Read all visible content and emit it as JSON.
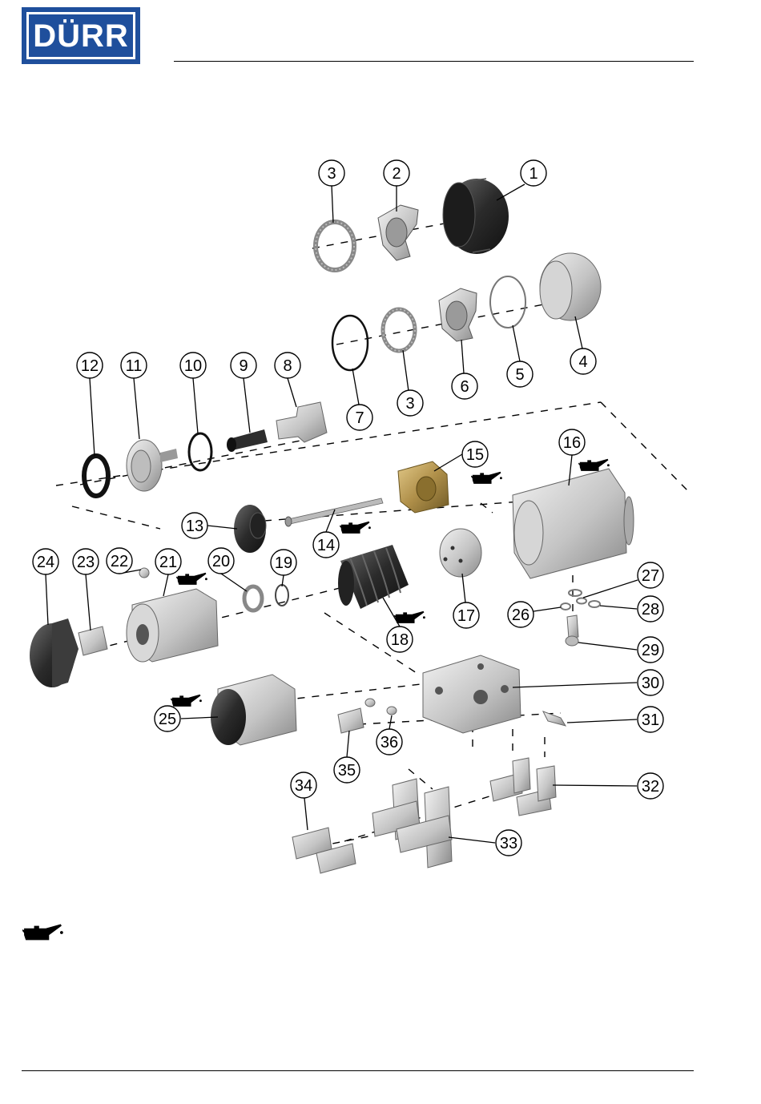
{
  "header": {
    "logo_text": "DÜRR"
  },
  "colors": {
    "brand_blue": "#1f4f9c",
    "brass": "#b0904a",
    "part_grey": "#c8c8c8",
    "dark_part": "#2a2a2a"
  },
  "callouts": [
    "1",
    "2",
    "3",
    "4",
    "5",
    "6",
    "3",
    "7",
    "8",
    "9",
    "10",
    "11",
    "12",
    "13",
    "14",
    "15",
    "16",
    "17",
    "18",
    "19",
    "20",
    "21",
    "22",
    "23",
    "24",
    "25",
    "26",
    "27",
    "28",
    "29",
    "30",
    "31",
    "32",
    "33",
    "34",
    "35",
    "36"
  ],
  "legend": {
    "icon": "oil-can-icon"
  }
}
